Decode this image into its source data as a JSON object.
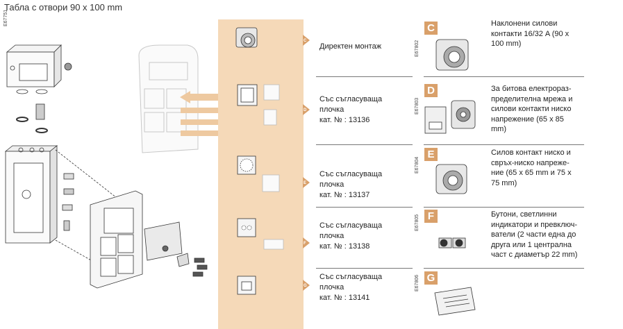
{
  "title": "Табла с отвори 90 x 100 mm",
  "left_code": "E67751",
  "middle_items": [
    {
      "letter": "C",
      "lines": [
        "Директен монтаж"
      ]
    },
    {
      "letter": "D",
      "lines": [
        "Със съгласуваща",
        "плочка",
        "кат. № : 13136"
      ]
    },
    {
      "letter": "E",
      "lines": [
        "Със съгласуваща",
        "плочка",
        "кат. № : 13137"
      ]
    },
    {
      "letter": "F",
      "lines": [
        "Със съгласуваща",
        "плочка",
        "кат. № : 13138"
      ]
    },
    {
      "letter": "G",
      "lines": [
        "Със съгласуваща",
        "плочка",
        "кат. № : 13141"
      ]
    }
  ],
  "right_items": [
    {
      "code": "E67802",
      "letter": "C",
      "lines": [
        "Наклонени силови",
        "контакти  16/32 A (90 x",
        "100 mm)"
      ]
    },
    {
      "code": "E67803",
      "letter": "D",
      "lines": [
        "За битова електрораз-",
        "пределителна мрежа и",
        "силови контакти ниско",
        "напрежение (65 x 85",
        "mm)"
      ]
    },
    {
      "code": "E67804",
      "letter": "E",
      "lines": [
        "Силов контакт ниско и",
        "свръх-ниско напреже-",
        "ние (65 x 65 mm и 75 x",
        "75 mm)"
      ]
    },
    {
      "code": "E67805",
      "letter": "F",
      "lines": [
        "Бутони, светлинни",
        "индикатори и превключ-",
        "ватели (2 части една до",
        "друга или 1 централна",
        "част с диаметър 22 mm)"
      ]
    },
    {
      "code": "E67806",
      "letter": "G",
      "lines": []
    }
  ],
  "colors": {
    "band": "#f5d9b8",
    "letter_box": "#d9a06a",
    "arrow": "#eec9a0"
  }
}
